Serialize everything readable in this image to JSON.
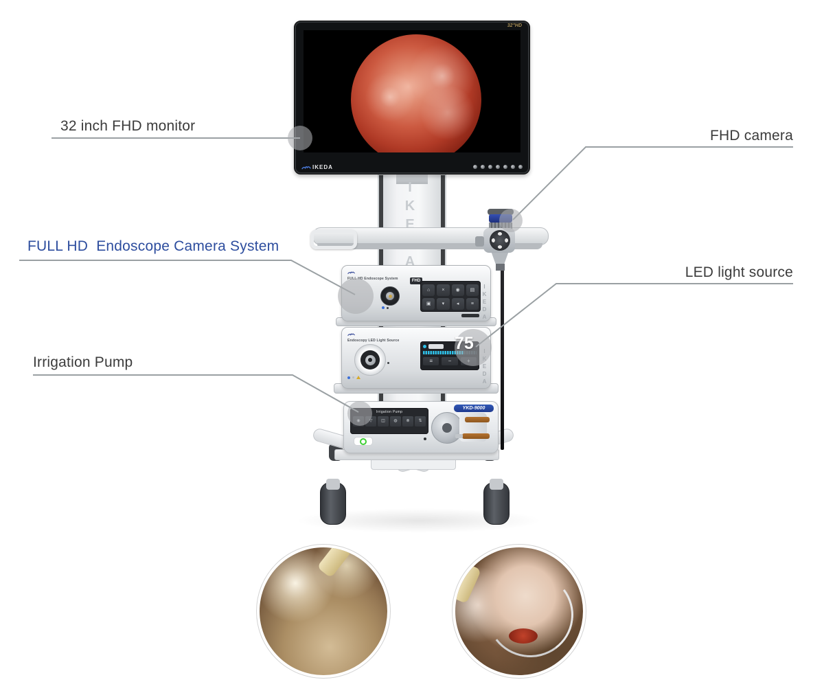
{
  "brand": "IKEDA",
  "callouts": {
    "monitor": {
      "label": "32 inch FHD monitor"
    },
    "camera": {
      "label": "FHD camera"
    },
    "camera_system": {
      "label": "FULL HD  Endoscope Camera System"
    },
    "light_source": {
      "label": "LED light source"
    },
    "pump": {
      "label": "Irrigation Pump"
    }
  },
  "monitor": {
    "size_badge": "32\"HD",
    "control_button_count": 7
  },
  "camera_unit": {
    "name": "FULL HD Endoscope System",
    "badge": "FHD",
    "panel_buttons": [
      "⌂",
      "×",
      "◉",
      "▤",
      "▣",
      "▾",
      "◂",
      "≡"
    ]
  },
  "light_unit": {
    "name": "Endoscopy LED Light Source",
    "value": "75",
    "progress_percent": 75,
    "buttons": [
      "≡",
      "−",
      "+"
    ]
  },
  "pump_unit": {
    "title": "Irrigation Pump",
    "model": "YKD-9000",
    "buttons": [
      "◉",
      "▽",
      "◫",
      "◍",
      "⊗",
      "⇅"
    ]
  },
  "colors": {
    "label_text": "#3b3b3b",
    "label_blue": "#2d4d9e",
    "callout_line": "#9aa0a3",
    "display_cyan": "#2fc0e8",
    "power_green": "#3ecf35",
    "model_badge_blue": "#2d50a7",
    "camera_ring_blue": "#2a3f9e"
  }
}
